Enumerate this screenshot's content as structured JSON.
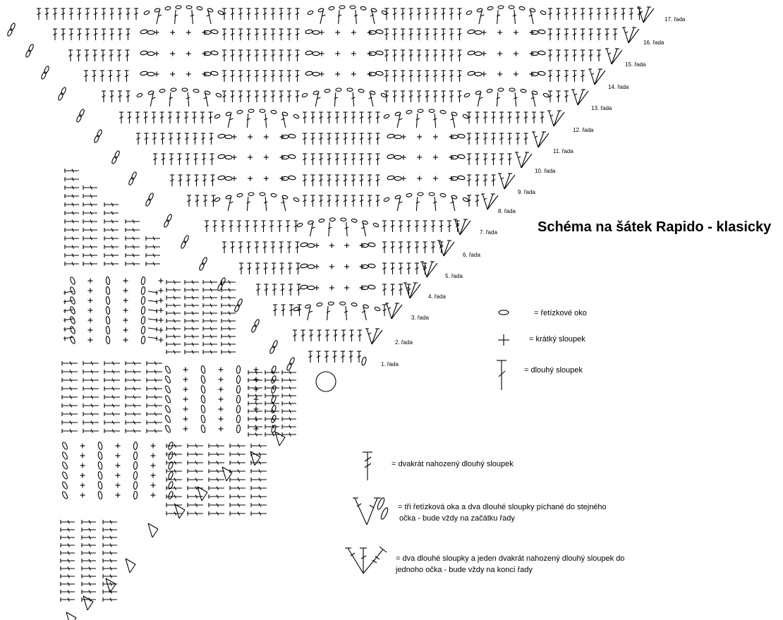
{
  "title": "Schéma na šátek Rapido - klasicky",
  "row_labels": [
    "1. řada",
    "2. řada",
    "3. řada",
    "4. řada",
    "5. řada",
    "6. řada",
    "7. řada",
    "8. řada",
    "9. řada",
    "10. řada",
    "11. řada",
    "12. řada",
    "13. řada",
    "14. řada",
    "15. řada",
    "16. řada",
    "17. řada"
  ],
  "legend": {
    "chain": "= řetízkové oko",
    "sc": "= krátký sloupek",
    "dc": "= dlouhý sloupek",
    "tr": "= dvakrát nahozený dlouhý sloupek",
    "start_line1": "= tři řetízková oka a dva dlouhé sloupky píchané do stejného",
    "start_line2": "očka - bude vždy na začátku řady",
    "end_line1": "= dva dlouhé sloupky a jeden dvakrát nahozený dlouhý sloupek do",
    "end_line2": "jednoho očka - bude vždy na konci řady"
  }
}
